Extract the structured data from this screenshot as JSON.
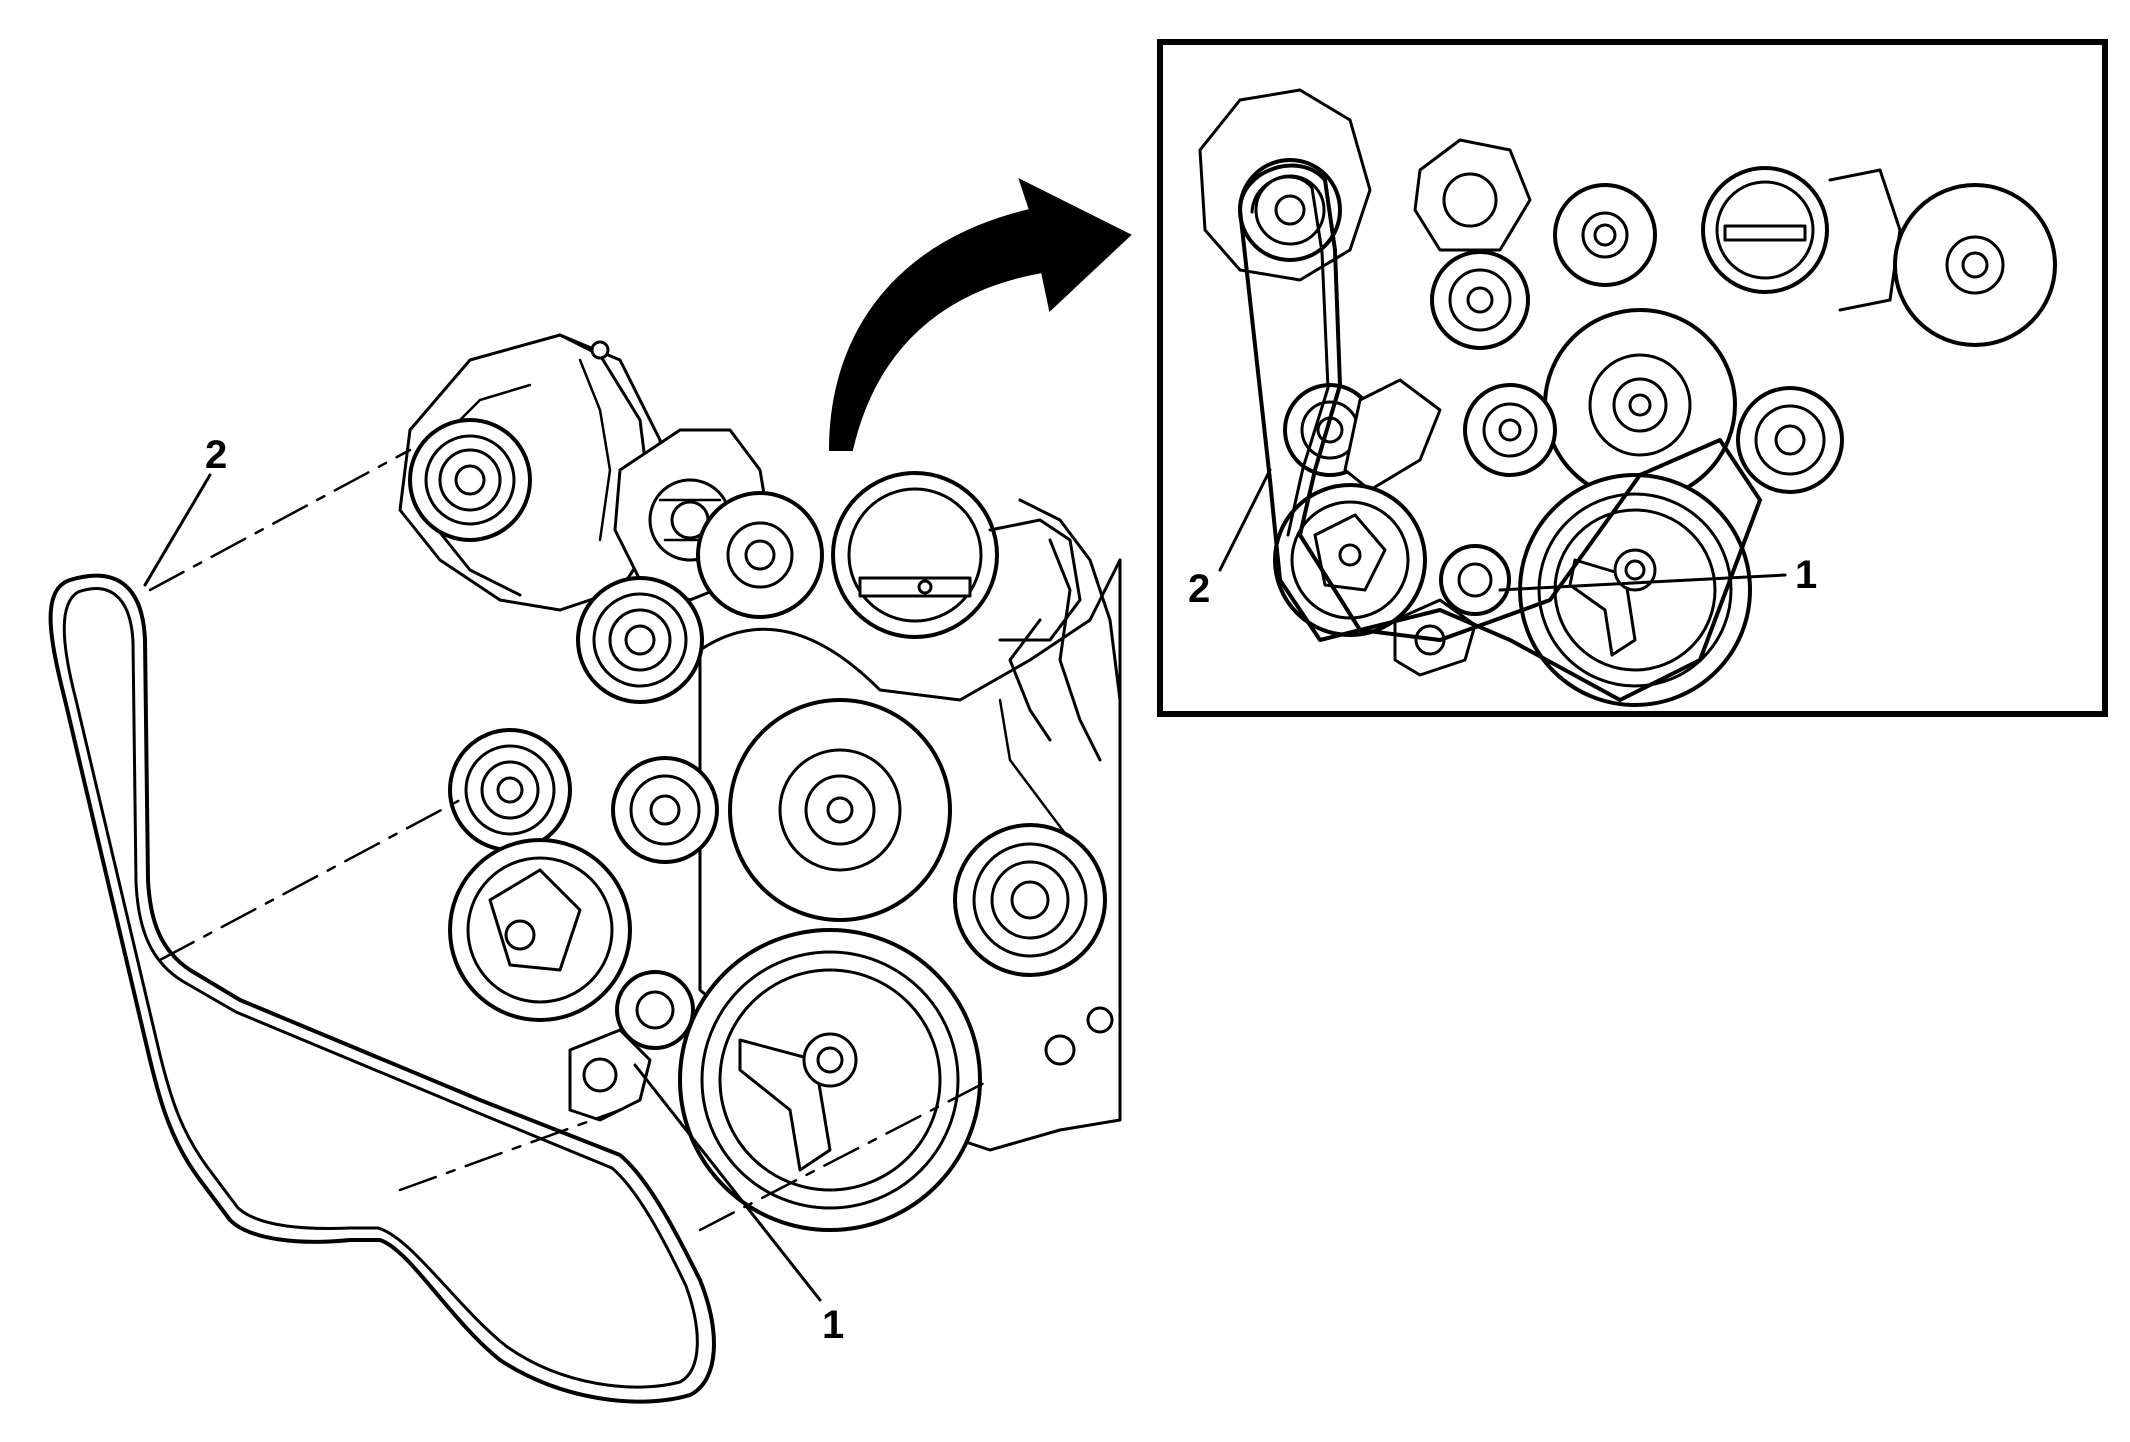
{
  "callouts": {
    "main_tensioner": "1",
    "main_belt": "2",
    "inset_tensioner": "1",
    "inset_belt": "2"
  },
  "colors": {
    "line": "#000000",
    "background": "#ffffff"
  },
  "icons": [
    "curved-arrow-icon"
  ]
}
